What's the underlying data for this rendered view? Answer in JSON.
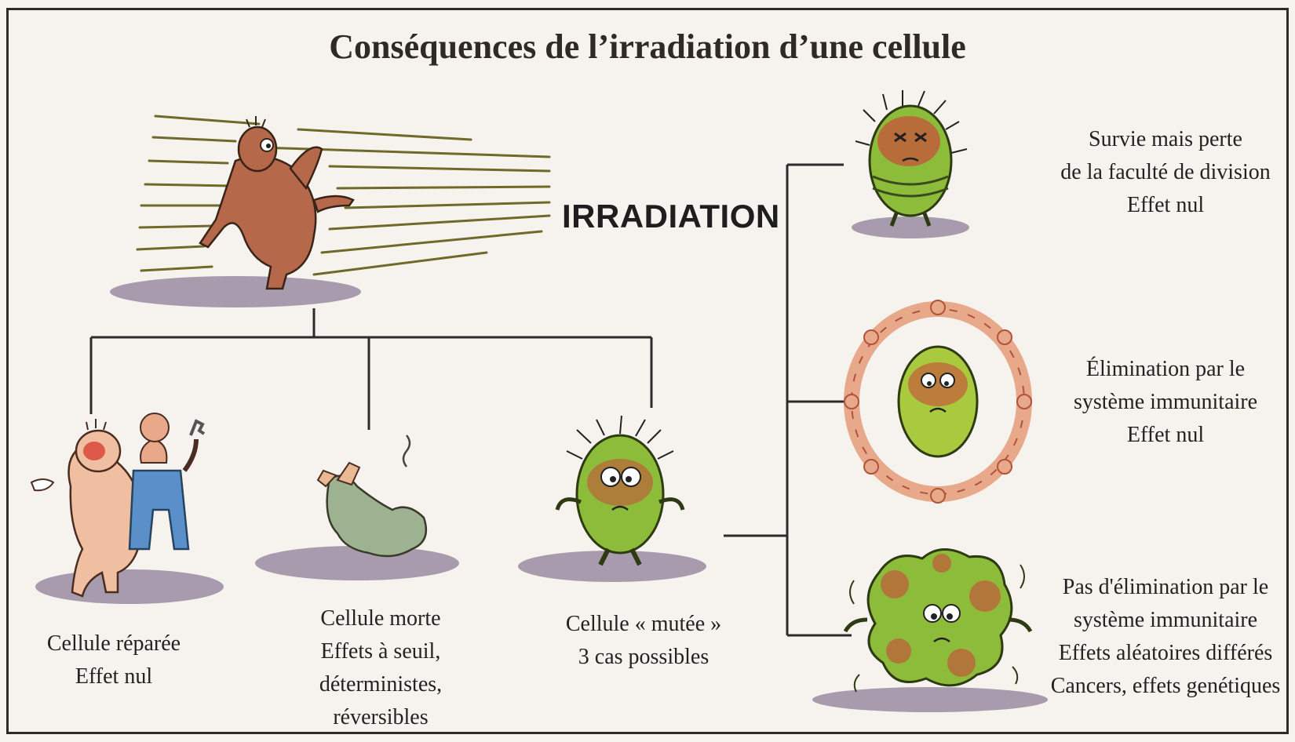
{
  "title": "Conséquences de l’irradiation d’une cellule",
  "irradiation_label": "IRRADIATION",
  "outcomes": {
    "repaired": {
      "lines": [
        "Cellule réparée",
        "Effet nul"
      ]
    },
    "dead": {
      "lines": [
        "Cellule morte",
        "Effets à seuil,",
        "déterministes,",
        "réversibles"
      ]
    },
    "mutated": {
      "lines": [
        "Cellule « mutée »",
        "3 cas possibles"
      ]
    }
  },
  "cases": [
    {
      "lines": [
        "Survie mais perte",
        "de la faculté de division",
        "Effet nul"
      ]
    },
    {
      "lines": [
        "Élimination par le",
        "système immunitaire",
        "Effet nul"
      ]
    },
    {
      "lines": [
        "Pas d'élimination par le",
        "système immunitaire",
        "Effets aléatoires différés",
        "Cancers, effets genétiques"
      ]
    }
  ],
  "colors": {
    "line": "#2b2b2b",
    "cell_green": "#8dbb3a",
    "cell_red": "#c94a3a",
    "skin": "#e8a98a",
    "shadow": "#8d7d98",
    "ray": "#6f6a2a"
  }
}
